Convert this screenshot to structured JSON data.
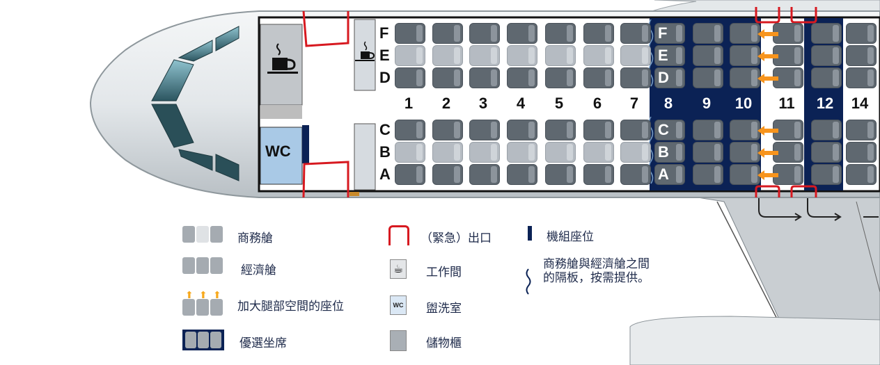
{
  "cabin": {
    "row_labels": [
      "1",
      "2",
      "3",
      "4",
      "5",
      "6",
      "7",
      "8",
      "9",
      "10",
      "11",
      "12",
      "14"
    ],
    "seat_letters_top": [
      "F",
      "E",
      "D"
    ],
    "seat_letters_bottom": [
      "C",
      "B",
      "A"
    ],
    "business_rows": [
      "1",
      "2",
      "3",
      "4",
      "5",
      "6",
      "7"
    ],
    "preferred_rows": [
      "8",
      "9",
      "10",
      "12"
    ],
    "extra_legroom_row": "11",
    "wc_label": "WC"
  },
  "legend": {
    "business": "商務艙",
    "economy": "經濟艙",
    "extra_legroom": "加大腿部空間的座位",
    "preferred": "優選坐席",
    "exit": "（緊急）出口",
    "galley": "工作間",
    "lavatory": "盥洗室",
    "lavatory_icon_label": "WC",
    "storage": "儲物櫃",
    "crew_seat": "機組座位",
    "divider_line1": "商務艙與經濟艙之間",
    "divider_line2": "的隔板，按需提供。"
  },
  "colors": {
    "preferred": "#0b2255",
    "exit": "#d71920",
    "arrow": "#f7941d",
    "seat": "#5f6870"
  }
}
